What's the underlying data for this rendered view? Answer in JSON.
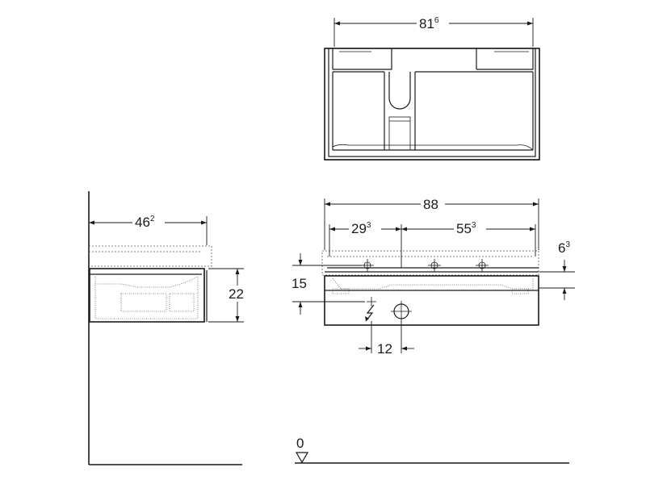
{
  "top_view": {
    "width_main": "81",
    "width_sup": "6"
  },
  "front_view": {
    "overall_width": "88",
    "left_offset_main": "29",
    "left_offset_sup": "3",
    "right_span_main": "55",
    "right_span_sup": "3",
    "mount_height_main": "6",
    "mount_height_sup": "3",
    "hole_spacing": "15",
    "drain_offset": "12"
  },
  "side_view": {
    "depth_main": "46",
    "depth_sup": "2",
    "height": "22"
  },
  "floor_reference": {
    "level": "0"
  }
}
